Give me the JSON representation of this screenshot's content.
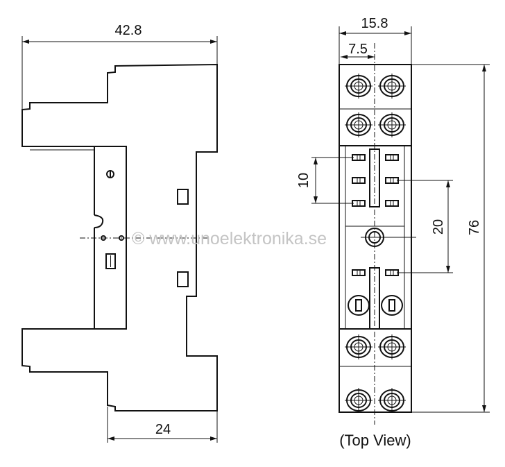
{
  "side_view": {
    "dim_width": "42.8",
    "dim_bottom": "24"
  },
  "top_view": {
    "dim_width": "15.8",
    "dim_half": "7.5",
    "dim_height": "76",
    "dim_pitch_small": "10",
    "dim_pitch_large": "20",
    "caption": "(Top View)"
  },
  "watermark": "© www.unoelektronika.se"
}
